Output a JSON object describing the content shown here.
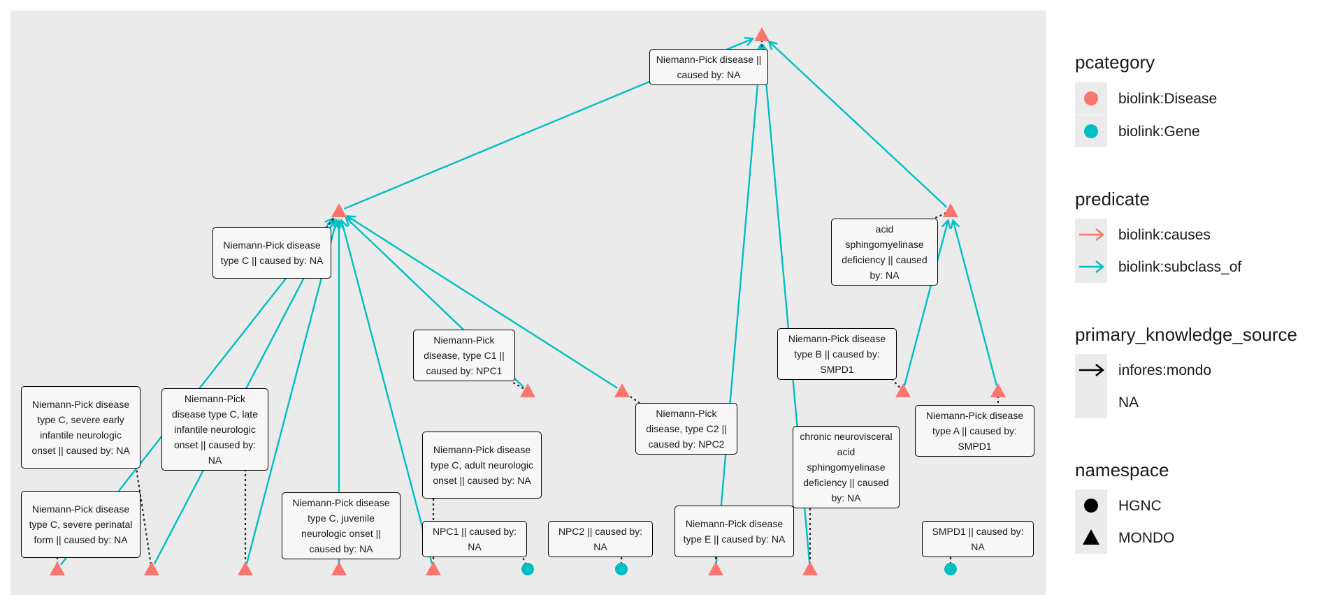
{
  "nodes": [
    {
      "id": "root",
      "label": "Niemann-Pick disease || caused by: NA",
      "pcategory": "biolink:Disease",
      "namespace": "MONDO"
    },
    {
      "id": "npc",
      "label": "Niemann-Pick disease type C || caused by: NA",
      "pcategory": "biolink:Disease",
      "namespace": "MONDO"
    },
    {
      "id": "asmd",
      "label": "acid sphingomyelinase deficiency || caused by: NA",
      "pcategory": "biolink:Disease",
      "namespace": "MONDO"
    },
    {
      "id": "npc1d",
      "label": "Niemann-Pick disease, type C1 || caused by: NPC1",
      "pcategory": "biolink:Disease",
      "namespace": "MONDO"
    },
    {
      "id": "npc2d",
      "label": "Niemann-Pick disease, type C2 || caused by: NPC2",
      "pcategory": "biolink:Disease",
      "namespace": "MONDO"
    },
    {
      "id": "npb",
      "label": "Niemann-Pick disease type B || caused by: SMPD1",
      "pcategory": "biolink:Disease",
      "namespace": "MONDO"
    },
    {
      "id": "npa",
      "label": "Niemann-Pick disease type A || caused by: SMPD1",
      "pcategory": "biolink:Disease",
      "namespace": "MONDO"
    },
    {
      "id": "npc_perinatal",
      "label": "Niemann-Pick disease type C, severe perinatal form || caused by: NA",
      "pcategory": "biolink:Disease",
      "namespace": "MONDO"
    },
    {
      "id": "npc_early",
      "label": "Niemann-Pick disease type C, severe early infantile neurologic onset || caused by: NA",
      "pcategory": "biolink:Disease",
      "namespace": "MONDO"
    },
    {
      "id": "npc_late",
      "label": "Niemann-Pick disease type C, late infantile neurologic onset || caused by: NA",
      "pcategory": "biolink:Disease",
      "namespace": "MONDO"
    },
    {
      "id": "npc_juvenile",
      "label": "Niemann-Pick disease type C, juvenile neurologic onset || caused by: NA",
      "pcategory": "biolink:Disease",
      "namespace": "MONDO"
    },
    {
      "id": "npc_adult",
      "label": "Niemann-Pick disease type C, adult neurologic onset || caused by: NA",
      "pcategory": "biolink:Disease",
      "namespace": "MONDO"
    },
    {
      "id": "gene_npc1",
      "label": "NPC1 || caused by: NA",
      "pcategory": "biolink:Gene",
      "namespace": "HGNC"
    },
    {
      "id": "gene_npc2",
      "label": "NPC2 || caused by: NA",
      "pcategory": "biolink:Gene",
      "namespace": "HGNC"
    },
    {
      "id": "npe",
      "label": "Niemann-Pick disease type E || caused by: NA",
      "pcategory": "biolink:Disease",
      "namespace": "MONDO"
    },
    {
      "id": "cnasmd",
      "label": "chronic neurovisceral acid sphingomyelinase deficiency || caused by: NA",
      "pcategory": "biolink:Disease",
      "namespace": "MONDO"
    },
    {
      "id": "gene_smpd1",
      "label": "SMPD1 || caused by: NA",
      "pcategory": "biolink:Gene",
      "namespace": "HGNC"
    }
  ],
  "edges": [
    {
      "from": "npc",
      "to": "root",
      "predicate": "biolink:subclass_of"
    },
    {
      "from": "asmd",
      "to": "root",
      "predicate": "biolink:subclass_of"
    },
    {
      "from": "npe",
      "to": "root",
      "predicate": "biolink:subclass_of"
    },
    {
      "from": "cnasmd",
      "to": "root",
      "predicate": "biolink:subclass_of"
    },
    {
      "from": "npc_perinatal",
      "to": "npc",
      "predicate": "biolink:subclass_of"
    },
    {
      "from": "npc_early",
      "to": "npc",
      "predicate": "biolink:subclass_of"
    },
    {
      "from": "npc_late",
      "to": "npc",
      "predicate": "biolink:subclass_of"
    },
    {
      "from": "npc_juvenile",
      "to": "npc",
      "predicate": "biolink:subclass_of"
    },
    {
      "from": "npc_adult",
      "to": "npc",
      "predicate": "biolink:subclass_of"
    },
    {
      "from": "npc1d",
      "to": "npc",
      "predicate": "biolink:subclass_of"
    },
    {
      "from": "npc2d",
      "to": "npc",
      "predicate": "biolink:subclass_of"
    },
    {
      "from": "npb",
      "to": "asmd",
      "predicate": "biolink:subclass_of"
    },
    {
      "from": "npa",
      "to": "asmd",
      "predicate": "biolink:subclass_of"
    }
  ],
  "legend": {
    "pcategory": {
      "title": "pcategory",
      "items": [
        {
          "label": "biolink:Disease",
          "color": "#F8766D"
        },
        {
          "label": "biolink:Gene",
          "color": "#00BFC4"
        }
      ]
    },
    "predicate": {
      "title": "predicate",
      "items": [
        {
          "label": "biolink:causes",
          "color": "#F8766D"
        },
        {
          "label": "biolink:subclass_of",
          "color": "#00BFC4"
        }
      ]
    },
    "primary_knowledge_source": {
      "title": "primary_knowledge_source",
      "items": [
        {
          "label": "infores:mondo",
          "icon": "arrow-icon"
        },
        {
          "label": "NA",
          "icon": "none"
        }
      ]
    },
    "namespace": {
      "title": "namespace",
      "items": [
        {
          "label": "HGNC",
          "icon": "circle-icon"
        },
        {
          "label": "MONDO",
          "icon": "triangle-icon"
        }
      ]
    }
  },
  "colors": {
    "disease": "#F8766D",
    "gene": "#00BFC4",
    "panel": "#EBEBEB"
  }
}
